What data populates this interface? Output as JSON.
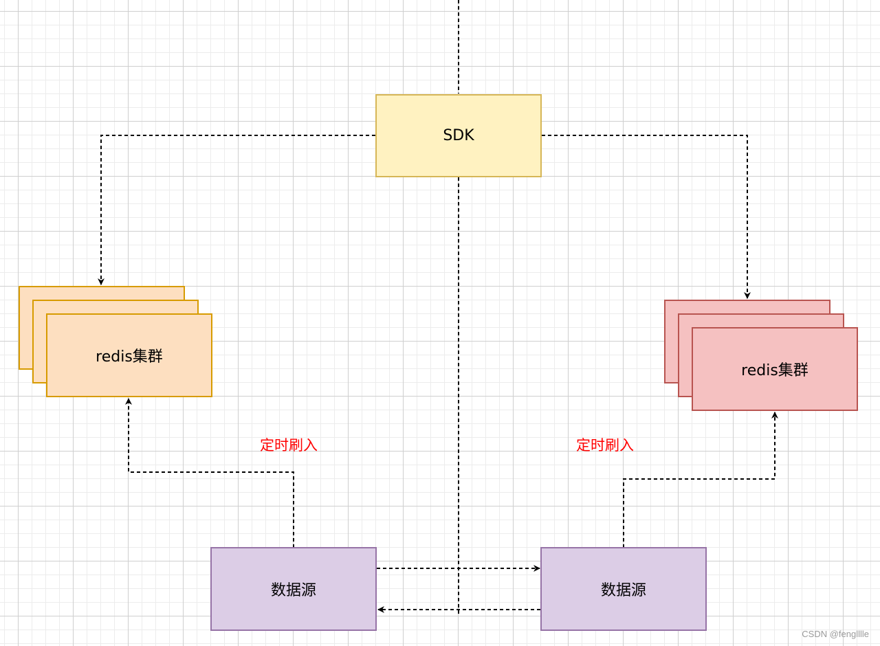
{
  "diagram": {
    "nodes": {
      "sdk": "SDK",
      "redis_left": "redis集群",
      "redis_right": "redis集群",
      "datasource_left": "数据源",
      "datasource_right": "数据源"
    },
    "edge_labels": {
      "refresh_left": "定时刷入",
      "refresh_right": "定时刷入"
    },
    "colors": {
      "sdk_fill": "#fff2c1",
      "sdk_border": "#d6b656",
      "redis_left_fill": "#fddfc0",
      "redis_left_border": "#d79b00",
      "redis_right_fill": "#f5c1c1",
      "redis_right_border": "#b85450",
      "datasource_fill": "#dccde6",
      "datasource_border": "#9673a6",
      "edge_label_color": "#ff0000"
    }
  },
  "watermark": "CSDN @fenglllle"
}
